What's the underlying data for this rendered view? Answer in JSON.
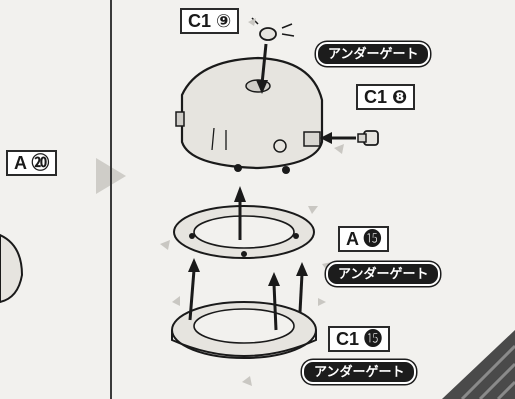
{
  "labels": {
    "left_part": "A ⑳",
    "top_part": "C1 ⑨",
    "side_part": "C1 ❽",
    "ring_part": "A ⓯",
    "base_part": "C1 ⓯"
  },
  "gate_tags": {
    "tag_1": "アンダーゲート",
    "tag_2": "アンダーゲート",
    "tag_3": "アンダーゲート"
  },
  "colors": {
    "ink": "#1a1a1a",
    "part_fill": "#e6e4df",
    "accent_arrow": "#c9c7c2"
  },
  "icons": [
    "dome-part-icon",
    "ring-part-icon",
    "base-ring-part-icon",
    "screw-part-icon",
    "step-arrow-icon"
  ]
}
